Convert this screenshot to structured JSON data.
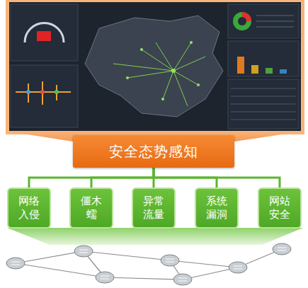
{
  "diagram": {
    "nodes": [
      {
        "text": [
          "安全态势感知"
        ]
      },
      {
        "text": [
          "网络入侵"
        ]
      },
      {
        "text": [
          "僵木蠕"
        ]
      },
      {
        "text": [
          "异常流量"
        ]
      },
      {
        "text": [
          "系统漏洞"
        ]
      },
      {
        "text": [
          "网站安全"
        ]
      }
    ],
    "edges": [
      {
        "from": 0,
        "to": 1,
        "arrow": "none"
      },
      {
        "from": 0,
        "to": 2,
        "arrow": "none"
      },
      {
        "from": 0,
        "to": 3,
        "arrow": "none"
      },
      {
        "from": 0,
        "to": 4,
        "arrow": "none"
      },
      {
        "from": 0,
        "to": 5,
        "arrow": "none"
      }
    ]
  }
}
